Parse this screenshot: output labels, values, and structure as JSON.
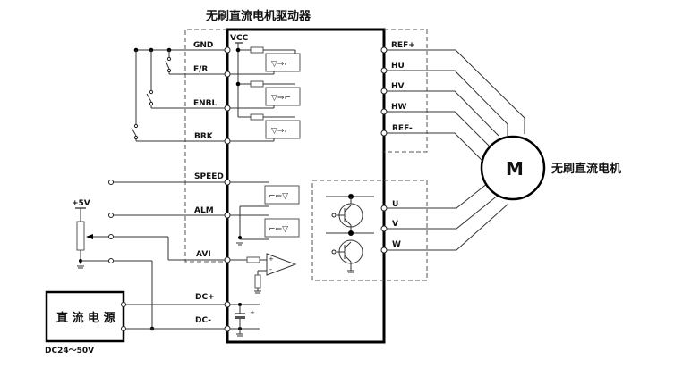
{
  "title": "无刷直流电机驱动器",
  "motor": {
    "symbol": "M",
    "label": "无刷直流电机"
  },
  "vcc_label": "VCC",
  "left_terminals": [
    {
      "label": "GND"
    },
    {
      "label": "F/R"
    },
    {
      "label": "ENBL"
    },
    {
      "label": "BRK"
    },
    {
      "label": "SPEED"
    },
    {
      "label": "ALM"
    },
    {
      "label": "AVI"
    },
    {
      "label": "DC+"
    },
    {
      "label": "DC-"
    }
  ],
  "right_terminals": [
    {
      "label": "REF+"
    },
    {
      "label": "HU"
    },
    {
      "label": "HV"
    },
    {
      "label": "HW"
    },
    {
      "label": "REF-"
    },
    {
      "label": "U"
    },
    {
      "label": "V"
    },
    {
      "label": "W"
    }
  ],
  "potentiometer": {
    "supply_label": "+5V"
  },
  "power_supply": {
    "label": "直 流 电 源",
    "voltage": "DC24～50V"
  },
  "opamp": {
    "plus": "+",
    "minus": "-"
  },
  "capacitor": {
    "polarity": "+"
  }
}
